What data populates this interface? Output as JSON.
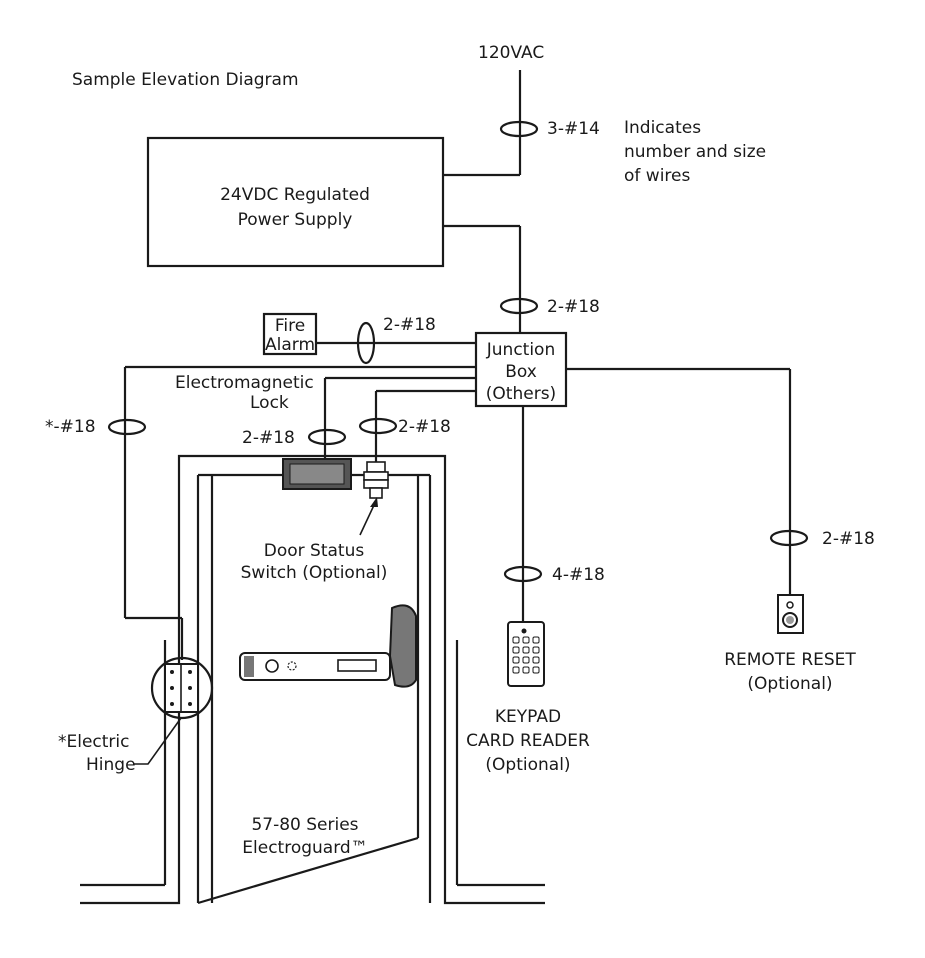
{
  "title": "Sample Elevation Diagram",
  "power": {
    "source": "120VAC",
    "supply_line1": "24VDC Regulated",
    "supply_line2": "Power Supply"
  },
  "wire_legend": {
    "marker": "3-#14",
    "line1": "Indicates",
    "line2": "number and size",
    "line3": "of wires"
  },
  "junction_box": {
    "line1": "Junction",
    "line2": "Box",
    "line3": "(Others)"
  },
  "fire_alarm": {
    "line1": "Fire",
    "line2": "Alarm"
  },
  "wires": {
    "supply_to_box": "2-#18",
    "fire_alarm": "2-#18",
    "hinge": "*-#18",
    "maglock": "2-#18",
    "door_status": "2-#18",
    "keypad": "4-#18",
    "remote_reset": "2-#18"
  },
  "components": {
    "maglock_line1": "Electromagnetic",
    "maglock_line2": "Lock",
    "door_status_line1": "Door Status",
    "door_status_line2": "Switch (Optional)",
    "hinge_line1": "*Electric",
    "hinge_line2": "Hinge",
    "keypad_line1": "KEYPAD",
    "keypad_line2": "CARD READER",
    "keypad_line3": "(Optional)",
    "reset_line1": "REMOTE RESET",
    "reset_line2": "(Optional)",
    "device_line1": "57-80 Series",
    "device_line2": "Electroguard™"
  },
  "colors": {
    "ink": "#1a1a1a",
    "magnet_fill": "#555555",
    "bar_fill": "#777777"
  }
}
